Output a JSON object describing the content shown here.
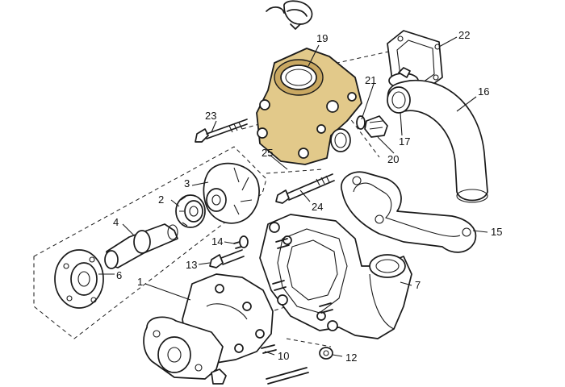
{
  "diagram": {
    "type": "exploded-parts-diagram",
    "colors": {
      "line": "#1a1a1a",
      "casting_highlight": "#e2c98a",
      "background": "#ffffff"
    },
    "callouts": [
      {
        "id": "p1",
        "label": "1"
      },
      {
        "id": "p2",
        "label": "2"
      },
      {
        "id": "p3",
        "label": "3"
      },
      {
        "id": "p4",
        "label": "4"
      },
      {
        "id": "p6",
        "label": "6"
      },
      {
        "id": "p7",
        "label": "7"
      },
      {
        "id": "p10",
        "label": "10"
      },
      {
        "id": "p12",
        "label": "12"
      },
      {
        "id": "p13",
        "label": "13"
      },
      {
        "id": "p14",
        "label": "14"
      },
      {
        "id": "p15",
        "label": "15"
      },
      {
        "id": "p16",
        "label": "16"
      },
      {
        "id": "p17",
        "label": "17"
      },
      {
        "id": "p19",
        "label": "19"
      },
      {
        "id": "p20",
        "label": "20"
      },
      {
        "id": "p21",
        "label": "21"
      },
      {
        "id": "p22",
        "label": "22"
      },
      {
        "id": "p23",
        "label": "23"
      },
      {
        "id": "p24",
        "label": "24"
      },
      {
        "id": "p25",
        "label": "25"
      }
    ]
  }
}
